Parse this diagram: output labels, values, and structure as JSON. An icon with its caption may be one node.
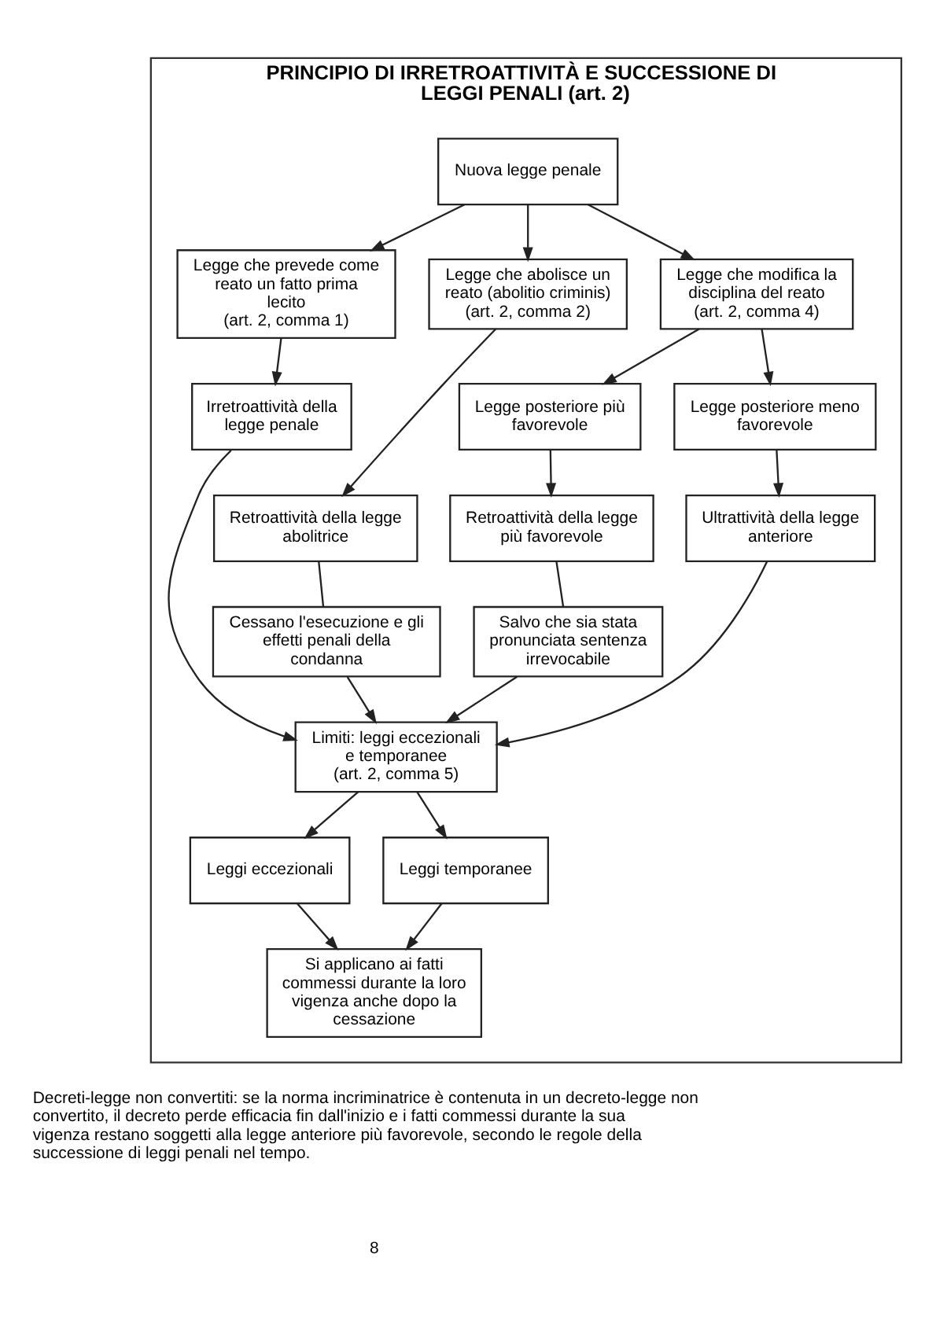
{
  "diagram": {
    "nodes": [
      {
        "text": [
          "PRINCIPIO DI IRRETROATTIVITÀ E SUCCESSIONE DI LEGGI PENALI (art. 2)"
        ]
      },
      {
        "text": [
          "Nuova legge penale"
        ],
        "in": 0
      },
      {
        "text": [
          "Legge che prevede come reato un fatto prima lecito",
          "(art. 2, comma 1)"
        ],
        "in": 0
      },
      {
        "text": [
          "Irretroattività della legge penale"
        ],
        "in": 0
      },
      {
        "text": [
          "Legge che abolisce un reato (abolitio criminis)",
          "(art. 2, comma 2)"
        ],
        "in": 0
      },
      {
        "text": [
          "Retroattività della legge abolitrice"
        ],
        "in": 0
      },
      {
        "text": [
          "Cessano l'esecuzione e gli effetti penali della condanna"
        ],
        "in": 0
      },
      {
        "text": [
          "Legge che modifica la disciplina del reato",
          "(art. 2, comma 4)"
        ],
        "in": 0
      },
      {
        "text": [
          "Legge posteriore più favorevole"
        ],
        "in": 0
      },
      {
        "text": [
          "Legge posteriore meno favorevole"
        ],
        "in": 0
      },
      {
        "text": [
          "Retroattività della legge più favorevole"
        ],
        "in": 0
      },
      {
        "text": [
          "Ultrattività della legge anteriore"
        ],
        "in": 0
      },
      {
        "text": [
          "Salvo che sia stata pronunciata sentenza irrevocabile"
        ],
        "in": 0
      },
      {
        "text": [
          "Limiti: leggi eccezionali e temporanee",
          "(art. 2, comma 5)"
        ],
        "in": 0
      },
      {
        "text": [
          "Leggi eccezionali"
        ],
        "in": 0
      },
      {
        "text": [
          "Leggi temporanee"
        ],
        "in": 0
      },
      {
        "text": [
          "Si applicano ai fatti commessi durante la loro vigenza anche dopo la cessazione"
        ],
        "in": 0
      }
    ],
    "edges": [
      {
        "from": 1,
        "to": 2,
        "arrow": "to"
      },
      {
        "from": 1,
        "to": 4,
        "arrow": "to"
      },
      {
        "from": 1,
        "to": 7,
        "arrow": "to"
      },
      {
        "from": 2,
        "to": 3,
        "arrow": "to"
      },
      {
        "from": 3,
        "to": 13,
        "arrow": "to"
      },
      {
        "from": 4,
        "to": 5,
        "arrow": "to"
      },
      {
        "from": 5,
        "to": 6,
        "arrow": "none"
      },
      {
        "from": 6,
        "to": 13,
        "arrow": "to"
      },
      {
        "from": 7,
        "to": 8,
        "arrow": "to"
      },
      {
        "from": 7,
        "to": 9,
        "arrow": "to"
      },
      {
        "from": 8,
        "to": 10,
        "arrow": "to"
      },
      {
        "from": 9,
        "to": 11,
        "arrow": "to"
      },
      {
        "from": 10,
        "to": 12,
        "arrow": "none"
      },
      {
        "from": 12,
        "to": 13,
        "arrow": "to"
      },
      {
        "from": 11,
        "to": 13,
        "arrow": "to"
      },
      {
        "from": 13,
        "to": 14,
        "arrow": "to"
      },
      {
        "from": 13,
        "to": 15,
        "arrow": "to"
      },
      {
        "from": 14,
        "to": 16,
        "arrow": "to"
      },
      {
        "from": 15,
        "to": 16,
        "arrow": "to"
      }
    ],
    "labels": [
      "Decreti-legge non convertiti: se la norma incriminatrice è contenuta in un decreto-legge non convertito, il decreto perde efficacia fin dall'inizio e i fatti commessi durante la sua vigenza restano soggetti alla legge anteriore più favorevole, secondo le regole della successione di leggi penali nel tempo.",
      "8"
    ]
  }
}
